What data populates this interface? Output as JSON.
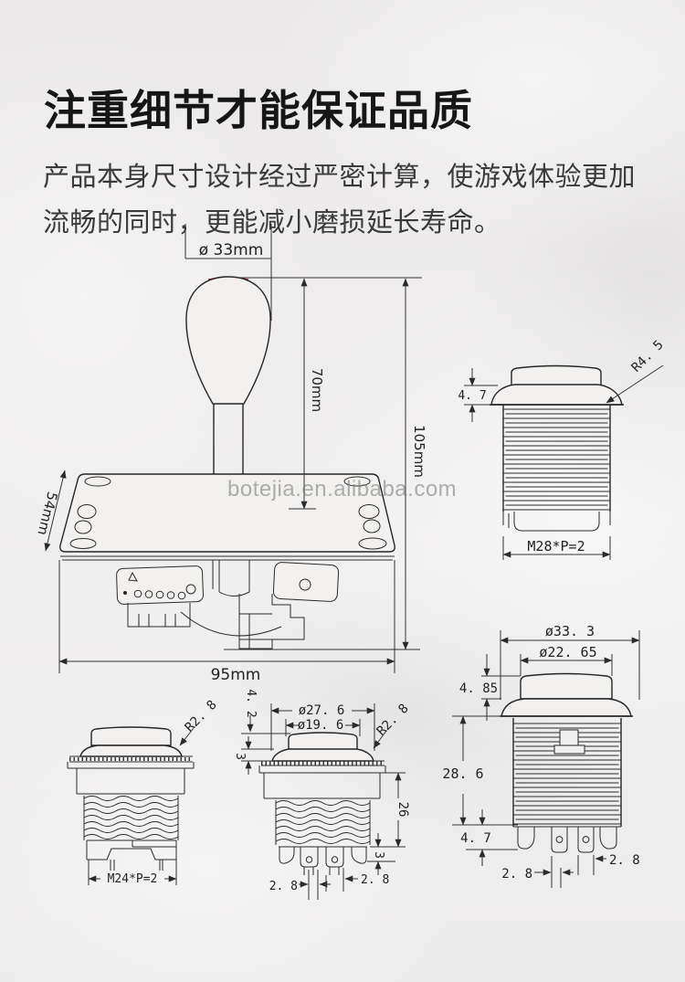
{
  "header": {
    "title": "注重细节才能保证品质",
    "description_line1": "产品本身尺寸设计经过严密计算，使游戏体验更加",
    "description_line2": "流畅的同时，更能减小磨损延长寿命。"
  },
  "watermark": {
    "text": "botejia.en.alibaba.com"
  },
  "diagrams": {
    "joystick": {
      "labels": {
        "ball_diameter": "ø 33mm",
        "shaft_height": "70mm",
        "total_height": "105mm",
        "plate_depth": "54mm",
        "plate_width": "95mm"
      }
    },
    "button_m28": {
      "labels": {
        "flange_thickness": "4. 7",
        "corner_radius": "R4. 5",
        "thread_spec": "M28*P=2"
      }
    },
    "button_m24": {
      "labels": {
        "corner_radius": "R2. 8",
        "thread_spec": "M24*P=2"
      }
    },
    "button_mid": {
      "labels": {
        "cap_height": "4. 2",
        "outer_diameter": "ø27. 6",
        "plunger_diameter": "ø19. 6",
        "flange_thickness": "3",
        "corner_radius": "R2. 8",
        "body_height": "26",
        "foot_height": "3",
        "pin_offset_left": "2. 8",
        "pin_offset_right": "2. 8"
      }
    },
    "button_right": {
      "labels": {
        "outer_diameter": "ø33. 3",
        "plunger_diameter": "ø22. 65",
        "cap_height": "4. 85",
        "body_height": "28. 6",
        "foot_height": "4. 7",
        "pin_offset_left": "2. 8",
        "pin_offset_right": "2. 8"
      }
    }
  }
}
